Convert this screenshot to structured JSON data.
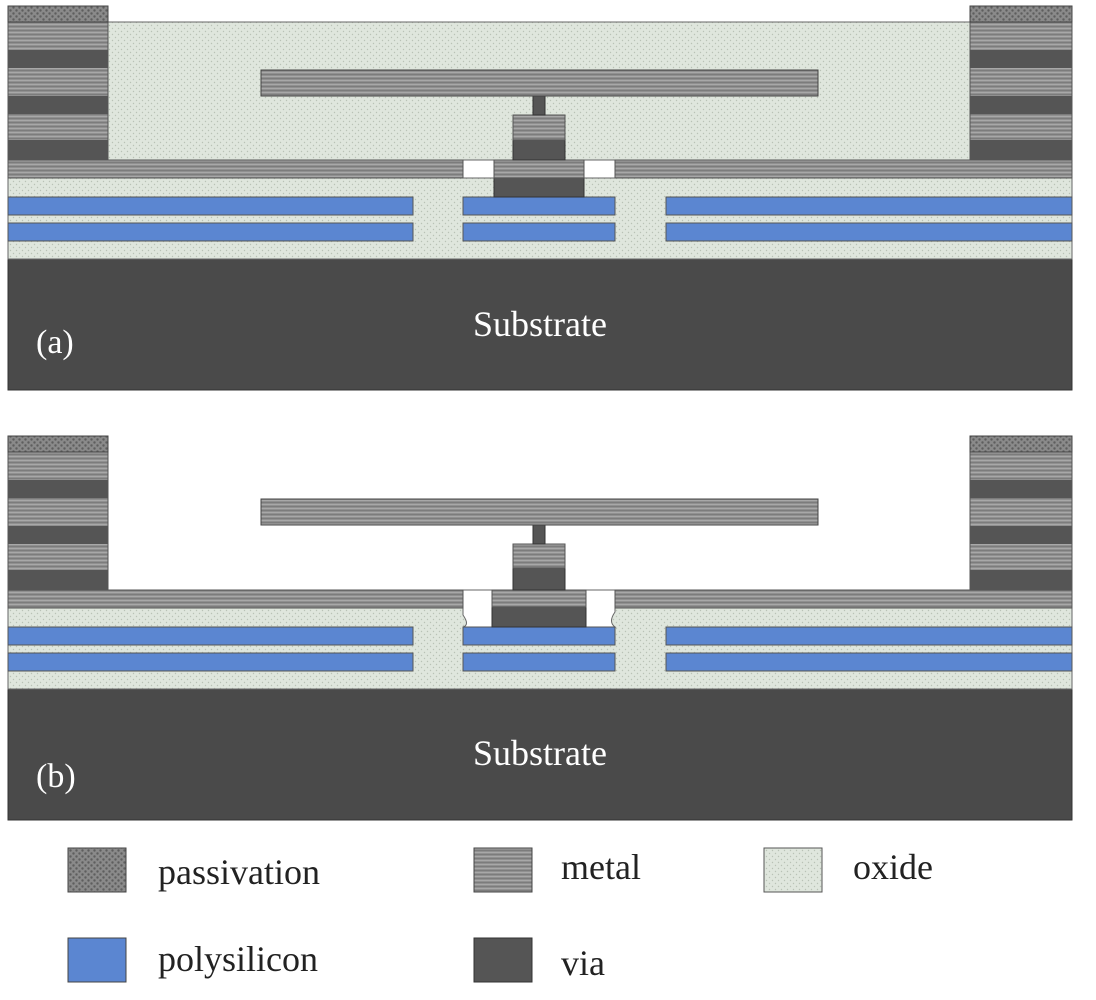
{
  "panels": [
    {
      "label": "(a)",
      "substrate_label": "Substrate"
    },
    {
      "label": "(b)",
      "substrate_label": "Substrate"
    }
  ],
  "legend": [
    {
      "key": "passivation",
      "label": "passivation"
    },
    {
      "key": "metal",
      "label": "metal"
    },
    {
      "key": "oxide",
      "label": "oxide"
    },
    {
      "key": "polysilicon",
      "label": "polysilicon"
    },
    {
      "key": "via",
      "label": "via"
    }
  ],
  "colors": {
    "substrate": "#4a4a4a",
    "polysilicon": "#5b86d1",
    "oxide": "#dfe6dd",
    "metal": "#8c8c8c",
    "via": "#555555",
    "passivation": "#7a7a7a"
  }
}
